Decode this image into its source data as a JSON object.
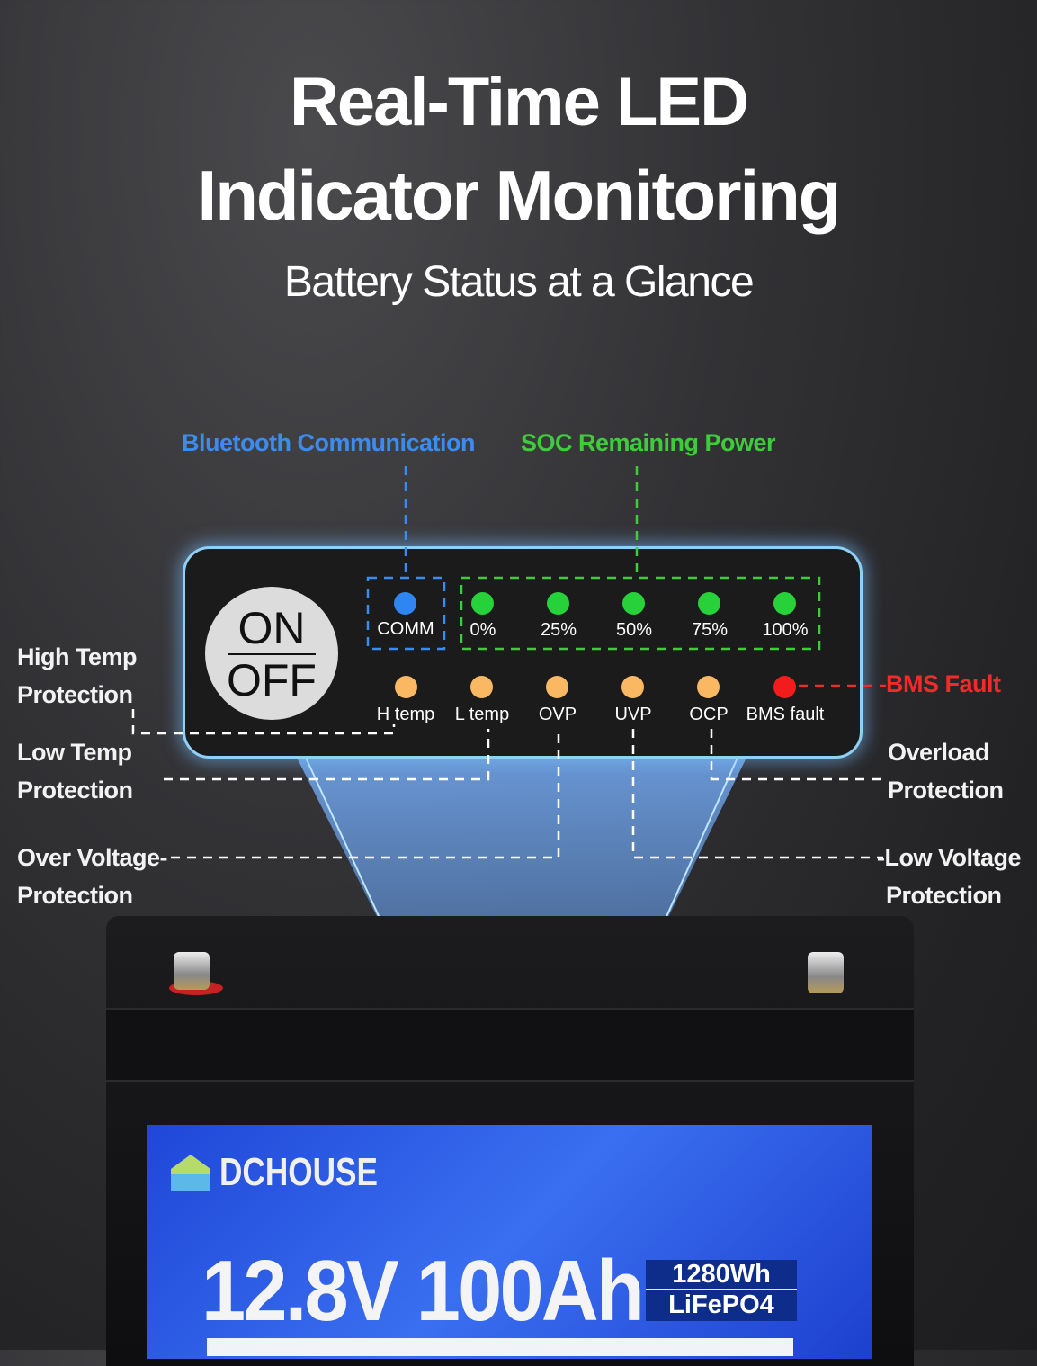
{
  "header": {
    "title_line1": "Real-Time LED",
    "title_line2": "Indicator Monitoring",
    "subtitle": "Battery Status at a Glance"
  },
  "callouts": {
    "bluetooth": "Bluetooth Communication",
    "soc": "SOC Remaining Power",
    "bms_fault": "BMS Fault",
    "high_temp": [
      "High Temp",
      "Protection"
    ],
    "low_temp": [
      "Low Temp",
      "Protection"
    ],
    "over_voltage": [
      "Over Voltage-",
      "Protection"
    ],
    "overload": [
      "Overload",
      "Protection"
    ],
    "low_voltage": [
      "-Low Voltage",
      "Protection"
    ]
  },
  "panel": {
    "switch_on": "ON",
    "switch_off": "OFF",
    "comm_label": "COMM",
    "soc_leds": [
      {
        "label": "0%"
      },
      {
        "label": "25%"
      },
      {
        "label": "50%"
      },
      {
        "label": "75%"
      },
      {
        "label": "100%"
      }
    ],
    "status_leds": [
      {
        "label": "H temp",
        "color": "#fbb862"
      },
      {
        "label": "L temp",
        "color": "#fbb862"
      },
      {
        "label": "OVP",
        "color": "#fbb862"
      },
      {
        "label": "UVP",
        "color": "#fbb862"
      },
      {
        "label": "OCP",
        "color": "#fbb862"
      },
      {
        "label": "BMS fault",
        "color": "#f21c1c"
      }
    ]
  },
  "colors": {
    "comm": "#2f86f2",
    "soc": "#27d13a",
    "accent_blue": "#3a8cf0",
    "accent_green": "#3fcc3a",
    "fault": "#f22a2a"
  },
  "battery": {
    "brand": "DCHOUSE",
    "spec": "12.8V 100Ah",
    "energy": "1280Wh",
    "chemistry": "LiFePO4"
  }
}
